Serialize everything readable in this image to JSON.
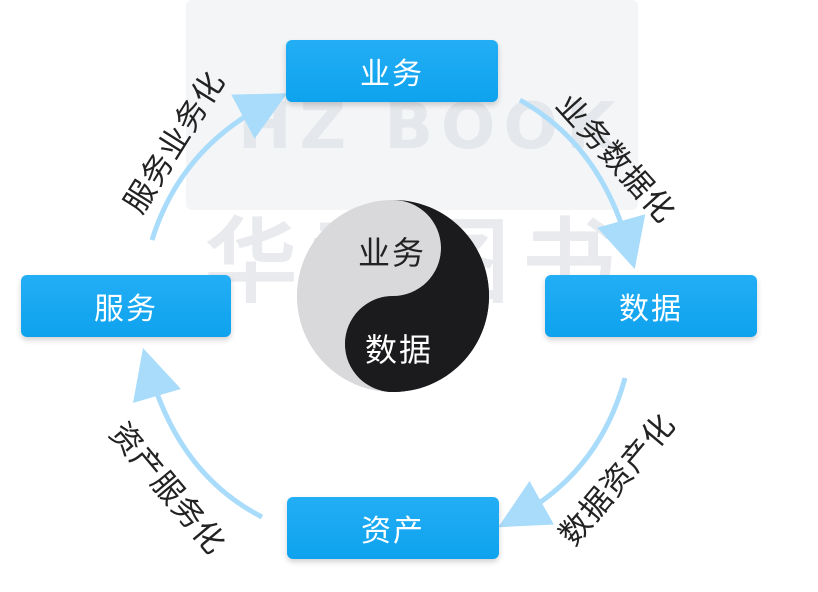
{
  "watermark": {
    "latin": "HZ BOOK",
    "chinese": "华章图书"
  },
  "nodes": {
    "top": "业务",
    "right": "数据",
    "bottom": "资产",
    "left": "服务"
  },
  "edges": {
    "top_left": "服务业务化",
    "top_right": "业务数据化",
    "bottom_right": "数据资产化",
    "bottom_left": "资产服务化"
  },
  "center": {
    "upper": "业务",
    "lower": "数据"
  },
  "colors": {
    "node_blue": "#1aa8f2",
    "arrow_blue": "#a9dcfb",
    "yin_dark": "#1b1b1d",
    "yang_light": "#d9d9dc"
  }
}
